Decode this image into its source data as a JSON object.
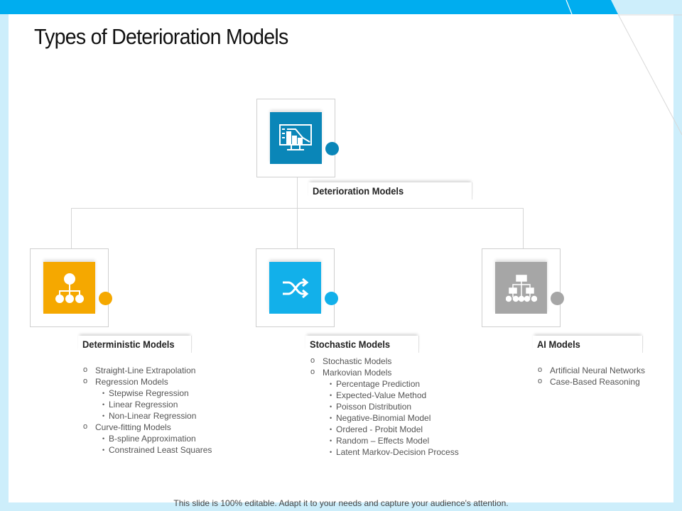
{
  "title": "Types of Deterioration Models",
  "colors": {
    "top": "#0a86b8",
    "deterministic": "#f5a800",
    "stochastic": "#12b0ea",
    "ai": "#a6a6a6",
    "accent": "#00adef"
  },
  "root": {
    "label": "Deterioration Models",
    "icon": "monitor-chart-down-icon"
  },
  "branches": [
    {
      "label": "Deterministic Models",
      "icon": "hierarchy-icon",
      "items": [
        {
          "level": 1,
          "text": "Straight-Line Extrapolation"
        },
        {
          "level": 1,
          "text": "Regression Models"
        },
        {
          "level": 2,
          "text": "Stepwise Regression"
        },
        {
          "level": 2,
          "text": "Linear Regression"
        },
        {
          "level": 2,
          "text": "Non-Linear Regression"
        },
        {
          "level": 1,
          "text": "Curve-fitting Models"
        },
        {
          "level": 2,
          "text": "B-spline Approximation"
        },
        {
          "level": 2,
          "text": "Constrained Least Squares"
        }
      ]
    },
    {
      "label": "Stochastic Models",
      "icon": "shuffle-icon",
      "items": [
        {
          "level": 1,
          "text": "Stochastic Models"
        },
        {
          "level": 1,
          "text": "Markovian Models"
        },
        {
          "level": 2,
          "text": "Percentage Prediction"
        },
        {
          "level": 2,
          "text": "Expected-Value Method"
        },
        {
          "level": 2,
          "text": "Poisson Distribution"
        },
        {
          "level": 2,
          "text": "Negative-Binomial  Model"
        },
        {
          "level": 2,
          "text": "Ordered  - Probit Model"
        },
        {
          "level": 2,
          "text": "Random – Effects Model"
        },
        {
          "level": 2,
          "text": "Latent Markov-Decision Process"
        }
      ]
    },
    {
      "label": "AI Models",
      "icon": "org-chart-icon",
      "items": [
        {
          "level": 1,
          "text": "Artificial Neural Networks"
        },
        {
          "level": 1,
          "text": "Case-Based Reasoning"
        }
      ]
    }
  ],
  "footer": "This slide is 100% editable. Adapt it to your needs and capture your audience's attention."
}
